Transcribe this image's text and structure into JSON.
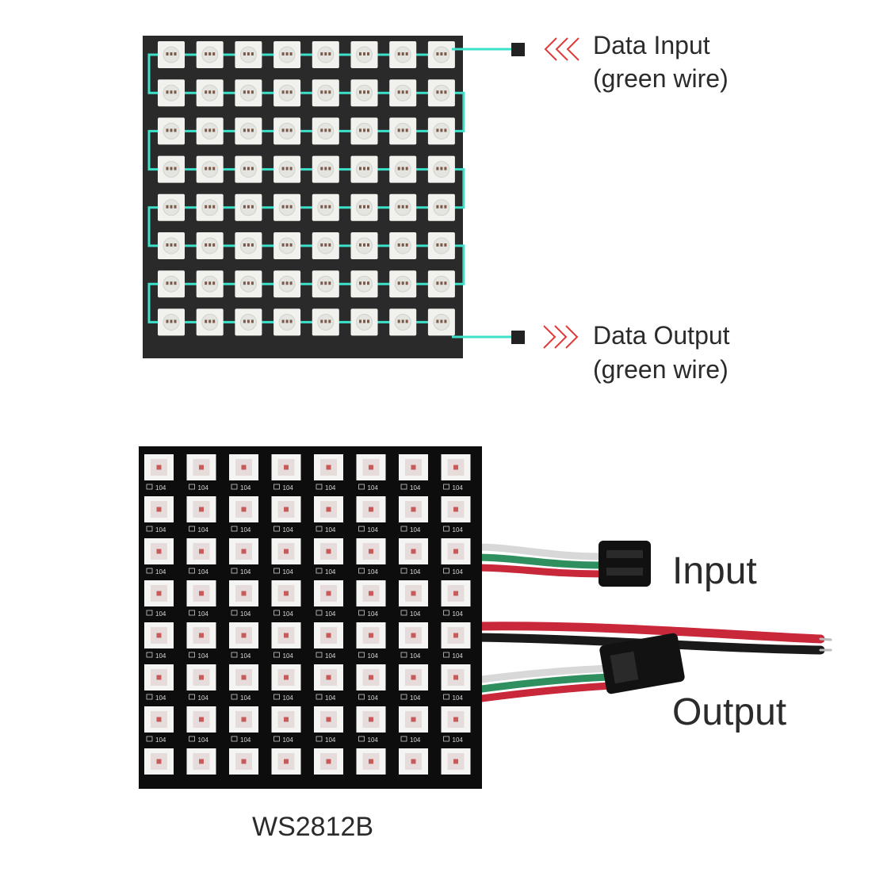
{
  "diagram": {
    "grid_rows": 8,
    "grid_cols": 8,
    "colors": {
      "board": "#2a2a2a",
      "wire": "#3de0c8",
      "led": "#f1f1ee",
      "arrow": "#e03a3a",
      "text": "#2b2b2b",
      "photo_board": "#0d0d0d",
      "cable_red": "#c8283a",
      "cable_green": "#2f8f5f",
      "cable_white": "#d8d8d8"
    },
    "labels": {
      "data_input": "Data Input",
      "data_input_sub": "(green wire)",
      "data_output": "Data Output",
      "data_output_sub": "(green wire)",
      "input": "Input",
      "output": "Output",
      "model": "WS2812B",
      "resistor_code": "104"
    }
  }
}
